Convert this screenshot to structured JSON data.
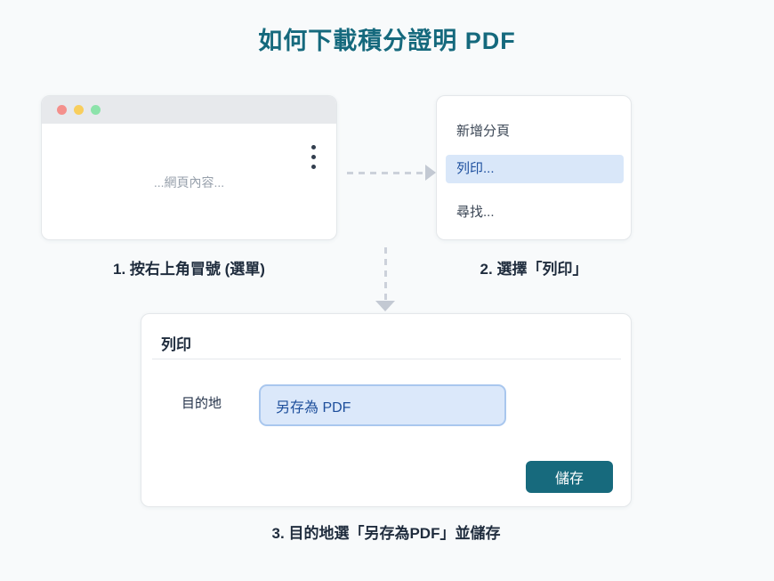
{
  "page": {
    "title": "如何下載積分證明 PDF"
  },
  "colors": {
    "background": "#f8fafb",
    "title_teal": "#15697d",
    "dark_text": "#1f2c3d",
    "menu_highlight_bg": "#d9e7f9",
    "menu_highlight_text": "#1d4f9e",
    "field_bg": "#dbe8fa",
    "field_border": "#a9c7ee",
    "save_button_bg": "#176a7d",
    "arrow_gray": "#ccd1da",
    "traffic_red": "#f4908c",
    "traffic_yellow": "#f8ce5d",
    "traffic_green": "#8ce3aa"
  },
  "browser": {
    "content_placeholder": "...網頁內容...",
    "kebab_icon": "kebab-menu-icon",
    "traffic_lights": [
      "red",
      "yellow",
      "green"
    ]
  },
  "menu": {
    "items": [
      {
        "label": "新增分頁",
        "highlighted": false
      },
      {
        "label": "列印...",
        "highlighted": true
      },
      {
        "label": "尋找...",
        "highlighted": false
      }
    ]
  },
  "captions": {
    "step1": "1. 按右上角冒號 (選單)",
    "step2": "2. 選擇「列印」",
    "step3": "3. 目的地選「另存為PDF」並儲存"
  },
  "print_dialog": {
    "title": "列印",
    "destination_label": "目的地",
    "destination_value": "另存為 PDF",
    "save_button": "儲存"
  }
}
